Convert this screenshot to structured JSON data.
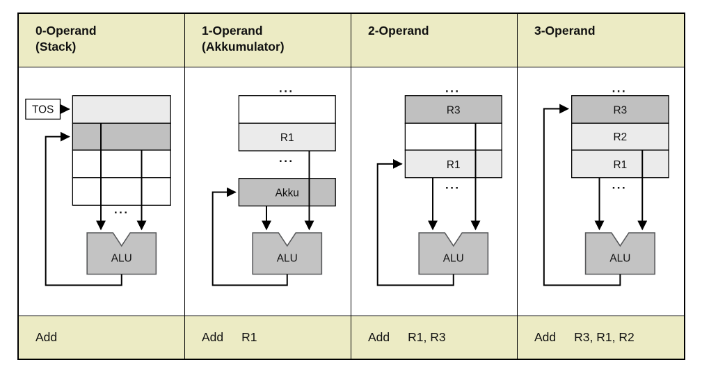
{
  "colors": {
    "page_bg": "#FFFFFF",
    "header_bg": "#ECEBC4",
    "cell_light": "#EBEBEB",
    "cell_dark": "#C0C0C0",
    "cell_white": "#FFFFFF",
    "alu_fill": "#C3C3C3",
    "line": "#000000"
  },
  "columns": [
    {
      "header": {
        "line1": "0-Operand",
        "line2": "(Stack)"
      },
      "tos_label": "TOS",
      "registers": [
        {
          "label": ""
        },
        {
          "label": ""
        },
        {
          "label": ""
        },
        {
          "label": ""
        }
      ],
      "ellipsis": "...",
      "alu_label": "ALU",
      "instruction": {
        "mnemonic": "Add",
        "operands": ""
      }
    },
    {
      "header": {
        "line1": "1-Operand",
        "line2": "(Akkumulator)"
      },
      "ellipsis_top": "...",
      "registers": [
        {
          "label": ""
        },
        {
          "label": "R1"
        }
      ],
      "ellipsis": "...",
      "akku_label": "Akku",
      "alu_label": "ALU",
      "instruction": {
        "mnemonic": "Add",
        "operands": "R1"
      }
    },
    {
      "header": {
        "line1": "2-Operand",
        "line2": ""
      },
      "ellipsis_top": "...",
      "registers": [
        {
          "label": "R3"
        },
        {
          "label": ""
        },
        {
          "label": "R1"
        }
      ],
      "ellipsis": "...",
      "alu_label": "ALU",
      "instruction": {
        "mnemonic": "Add",
        "operands": "R1, R3"
      }
    },
    {
      "header": {
        "line1": "3-Operand",
        "line2": ""
      },
      "ellipsis_top": "...",
      "registers": [
        {
          "label": "R3"
        },
        {
          "label": "R2"
        },
        {
          "label": "R1"
        }
      ],
      "ellipsis": "...",
      "alu_label": "ALU",
      "instruction": {
        "mnemonic": "Add",
        "operands": "R3, R1, R2"
      }
    }
  ]
}
